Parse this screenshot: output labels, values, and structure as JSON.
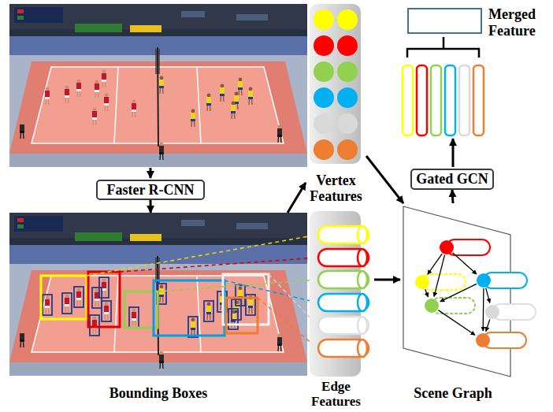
{
  "diagram": {
    "nodes": [
      {
        "text": [
          "Faster R-CNN"
        ]
      },
      {
        "text": [
          "Bounding Boxes"
        ]
      },
      {
        "text": [
          "Vertex Features"
        ]
      },
      {
        "text": [
          "Edge Features"
        ]
      },
      {
        "text": [
          "Scene Graph"
        ]
      },
      {
        "text": [
          "Gated GCN"
        ]
      },
      {
        "text": [
          "Merged Feature"
        ]
      }
    ],
    "edges": [
      {
        "from": 0,
        "to": 1,
        "arrow": "to"
      },
      {
        "from": 1,
        "to": 2,
        "arrow": "to"
      },
      {
        "from": 2,
        "to": 4,
        "arrow": "to"
      },
      {
        "from": 3,
        "to": 4,
        "arrow": "to"
      },
      {
        "from": 4,
        "to": 5,
        "arrow": "to"
      }
    ]
  }
}
